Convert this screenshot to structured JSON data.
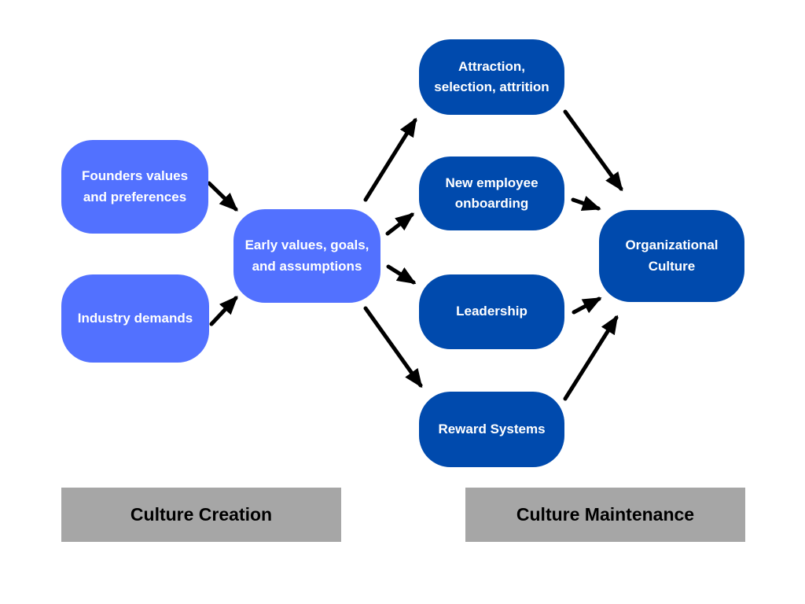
{
  "colors": {
    "creation_node_fill": "#5271FF",
    "maintenance_node_fill": "#004AAD",
    "section_label_bg": "#A6A6A6",
    "node_text": "#FFFFFF",
    "section_label_text": "#000000",
    "arrow": "#000000"
  },
  "nodes": [
    {
      "id": "founders-values",
      "group": "creation",
      "label": "Founders values\nand preferences"
    },
    {
      "id": "industry-demands",
      "group": "creation",
      "label": "Industry demands"
    },
    {
      "id": "early-values-goals-assumptions",
      "group": "creation",
      "label": "Early values, goals,\nand assumptions"
    },
    {
      "id": "attraction-selection-attrition",
      "group": "maintenance",
      "label": "Attraction,\nselection, attrition"
    },
    {
      "id": "new-employee-onboarding",
      "group": "maintenance",
      "label": "New employee\nonboarding"
    },
    {
      "id": "leadership",
      "group": "maintenance",
      "label": "Leadership"
    },
    {
      "id": "reward-systems",
      "group": "maintenance",
      "label": "Reward Systems"
    },
    {
      "id": "organizational-culture",
      "group": "maintenance",
      "label": "Organizational\nCulture"
    }
  ],
  "edges": [
    {
      "from": "founders-values",
      "to": "early-values-goals-assumptions"
    },
    {
      "from": "industry-demands",
      "to": "early-values-goals-assumptions"
    },
    {
      "from": "early-values-goals-assumptions",
      "to": "attraction-selection-attrition"
    },
    {
      "from": "early-values-goals-assumptions",
      "to": "new-employee-onboarding"
    },
    {
      "from": "early-values-goals-assumptions",
      "to": "leadership"
    },
    {
      "from": "early-values-goals-assumptions",
      "to": "reward-systems"
    },
    {
      "from": "attraction-selection-attrition",
      "to": "organizational-culture"
    },
    {
      "from": "new-employee-onboarding",
      "to": "organizational-culture"
    },
    {
      "from": "leadership",
      "to": "organizational-culture"
    },
    {
      "from": "reward-systems",
      "to": "organizational-culture"
    }
  ],
  "sections": [
    {
      "id": "culture-creation",
      "label": "Culture Creation"
    },
    {
      "id": "culture-maintenance",
      "label": "Culture Maintenance"
    }
  ]
}
